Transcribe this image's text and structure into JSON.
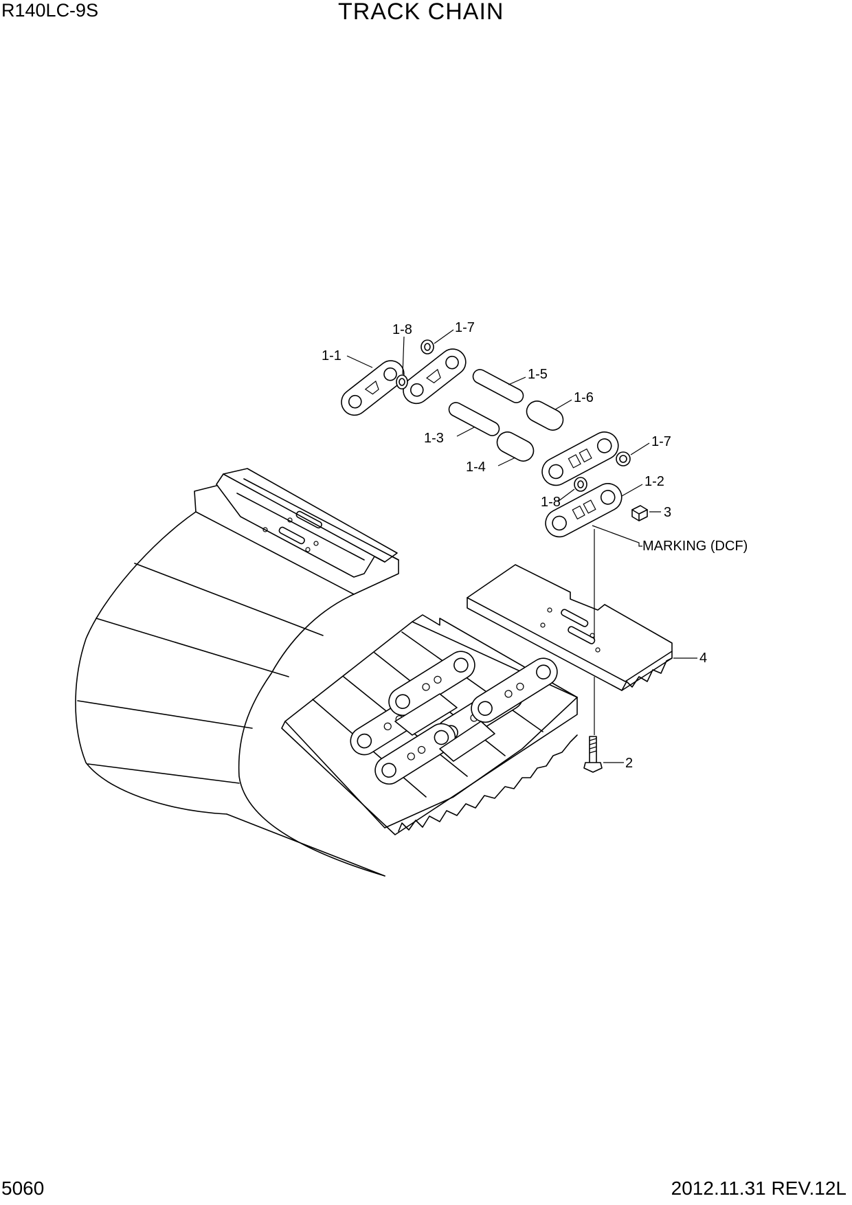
{
  "header": {
    "model": "R140LC-9S",
    "title": "TRACK CHAIN"
  },
  "footer": {
    "page_number": "5060",
    "revision": "2012.11.31  REV.12L"
  },
  "callouts": {
    "link_left": "1-1",
    "seal_top": "1-8",
    "ring_top": "1-7",
    "pin": "1-5",
    "bushing_upper": "1-6",
    "pin_lower": "1-3",
    "bushing_lower": "1-4",
    "ring_right": "1-7",
    "link_right": "1-2",
    "seal_lower": "1-8",
    "nut": "3",
    "marking": "MARKING (DCF)",
    "shoe": "4",
    "bolt": "2"
  }
}
